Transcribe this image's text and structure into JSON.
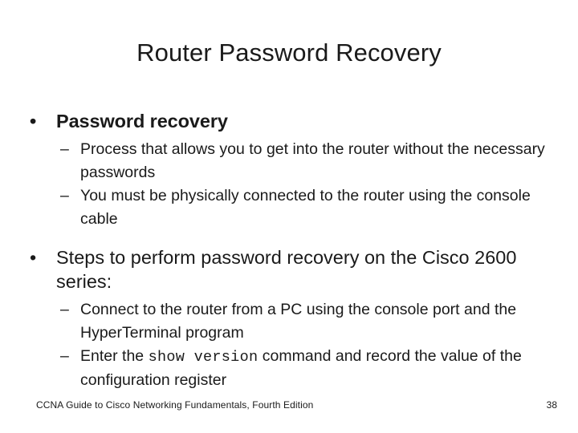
{
  "slide": {
    "title": "Router Password Recovery",
    "bullet_marker": "•",
    "subbullet_marker": "–",
    "text_color": "#1a1a1a",
    "background_color": "#ffffff",
    "blocks": [
      {
        "level1": "Password recovery",
        "level1_bold": true,
        "level2": [
          "Process that allows you to get into the router without the necessary passwords",
          "You must be physically connected to the router using the console cable"
        ]
      },
      {
        "level1": "Steps to perform password recovery on the Cisco 2600 series:",
        "level1_bold": false,
        "level2": [
          "Connect to the router from a PC using the console port and the HyperTerminal program"
        ],
        "level2_rich": {
          "prefix": "Enter the ",
          "code": "show version",
          "suffix": " command and record the value of the configuration register"
        }
      }
    ]
  },
  "footer": {
    "citation": "CCNA Guide to Cisco Networking Fundamentals, Fourth Edition",
    "page_number": "38"
  }
}
